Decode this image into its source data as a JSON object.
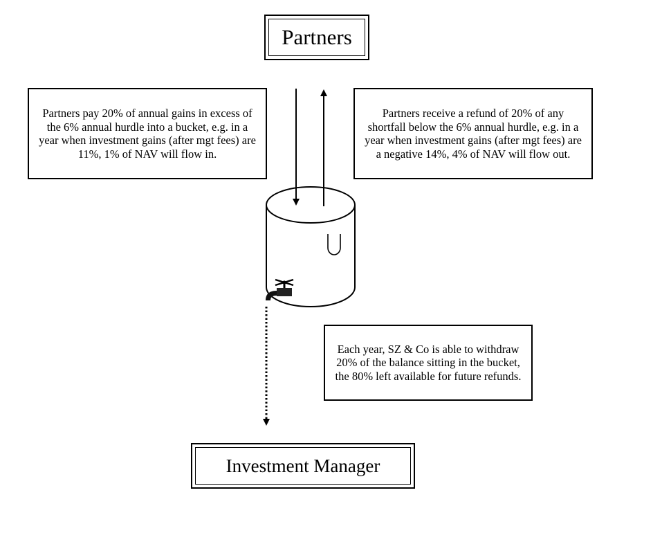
{
  "partners": {
    "label": "Partners"
  },
  "manager": {
    "label": "Investment Manager"
  },
  "notes": {
    "inflow": "Partners pay 20% of annual gains in excess of the 6% annual hurdle into a bucket, e.g. in a year when investment gains (after mgt fees) are 11%, 1% of NAV will flow in.",
    "outflow": "Partners receive a refund of 20% of any shortfall below the 6% annual hurdle, e.g. in a year when investment gains (after mgt fees) are a negative 14%, 4% of NAV will flow out.",
    "withdrawal": "Each year, SZ & Co is able to withdraw 20% of the balance sitting in the bucket, the 80% left available for future refunds."
  },
  "icons": {
    "bucket": "bucket-icon",
    "tap": "tap-icon"
  }
}
